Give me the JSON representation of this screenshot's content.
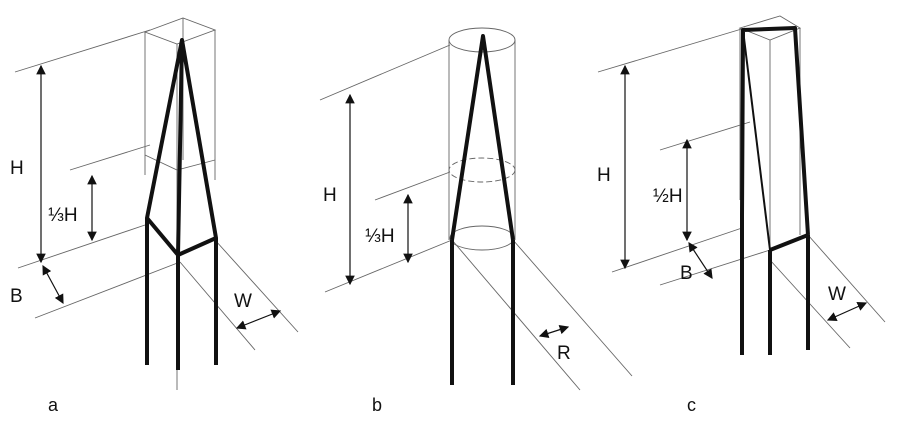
{
  "panels": [
    {
      "caption": "a",
      "labels": {
        "height": "H",
        "fraction": "⅓H",
        "base": "B",
        "width": "W"
      }
    },
    {
      "caption": "b",
      "labels": {
        "height": "H",
        "fraction": "⅓H",
        "radius": "R"
      }
    },
    {
      "caption": "c",
      "labels": {
        "height": "H",
        "fraction": "½H",
        "base": "B",
        "width": "W"
      }
    }
  ],
  "colors": {
    "ink": "#111111",
    "thin": "#555555"
  }
}
